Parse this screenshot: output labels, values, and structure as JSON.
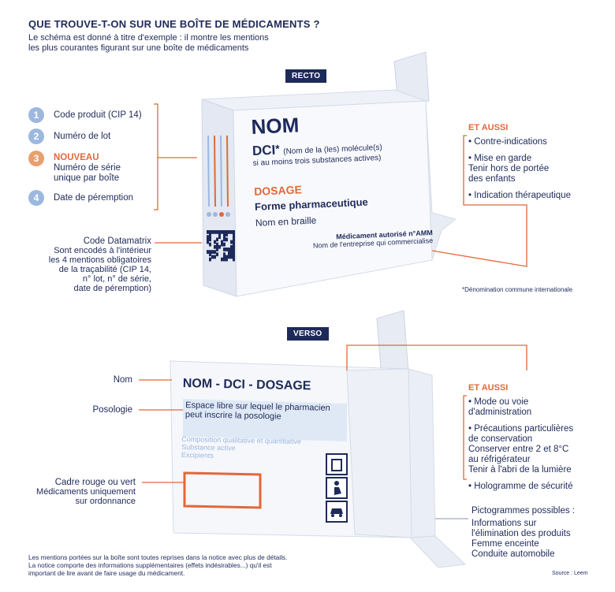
{
  "header": {
    "title": "QUE TROUVE-T-ON SUR UNE BOÎTE DE MÉDICAMENTS ?",
    "subtitle_line1": "Le schéma est donné à titre d'exemple : il montre les mentions",
    "subtitle_line2": "les plus courantes figurant sur une boîte de médicaments"
  },
  "recto": {
    "badge": "RECTO",
    "items": [
      {
        "num": "1",
        "label": "Code produit (CIP 14)"
      },
      {
        "num": "2",
        "label": "Numéro de lot"
      },
      {
        "num": "3",
        "label_new": "NOUVEAU",
        "line1": "Numéro de série",
        "line2": "unique par boîte"
      },
      {
        "num": "4",
        "label": "Date de péremption"
      }
    ],
    "datamatrix": {
      "title": "Code Datamatrix",
      "lines": [
        "Sont encodés à l'intérieur",
        "les 4 mentions obligatoires",
        "de la traçabilité (CIP 14,",
        "n° lot, n° de série,",
        "date de péremption)"
      ]
    },
    "box": {
      "nom": "NOM",
      "dci": "DCI",
      "star": "*",
      "dci_note1": "(Nom de la (les) molécule(s)",
      "dci_note2": "si au moins trois substances actives)",
      "dosage": "DOSAGE",
      "forme": "Forme pharmaceutique",
      "braille": "Nom en braille",
      "amm": "Médicament autorisé n°AMM",
      "entreprise": "Nom de l'entreprise qui commercialise"
    },
    "et_aussi": {
      "title": "ET AUSSI",
      "items": [
        "• Contre-indications",
        "• Mise en garde",
        "Tenir hors de portée",
        "des enfants",
        "• Indication thérapeutique"
      ]
    },
    "footnote": "*Dénomination commune internationale"
  },
  "verso": {
    "badge": "VERSO",
    "labels": {
      "nom": "Nom",
      "posologie": "Posologie",
      "cadre1": "Cadre rouge ou vert",
      "cadre2": "Médicaments uniquement",
      "cadre3": "sur ordonnance"
    },
    "box": {
      "title": "NOM - DCI - DOSAGE",
      "espace1": "Espace libre sur lequel le pharmacien",
      "espace2": "peut inscrire la posologie",
      "compo1": "Composition qualitative et quantitative",
      "compo2": "Substance active",
      "compo3": "Excipients"
    },
    "et_aussi": {
      "title": "ET AUSSI",
      "items": [
        "• Mode ou voie",
        "d'administration",
        "• Précautions particulières",
        "de conservation",
        "Conserver entre 2 et 8°C",
        "au réfrigérateur",
        "Tenir à l'abri de la lumière",
        "• Hologramme de sécurité"
      ]
    },
    "pictogrammes": {
      "title": "Pictogrammes possibles :",
      "items": [
        "Informations sur",
        "l'élimination des produits",
        "Femme enceinte",
        "Conduite automobile"
      ]
    }
  },
  "footer": {
    "line1": "Les mentions portées sur la boîte sont toutes reprises dans la notice avec plus de détails.",
    "line2": "La notice comporte des informations supplémentaires (effets indésirables...) qu'il est",
    "line3": "important de lire avant de faire usage du médicament.",
    "source": "Source : Leem"
  },
  "colors": {
    "navy": "#1e2a5a",
    "orange": "#e2683a",
    "lightblue": "#9db8de",
    "box": "#f3f5fb"
  }
}
